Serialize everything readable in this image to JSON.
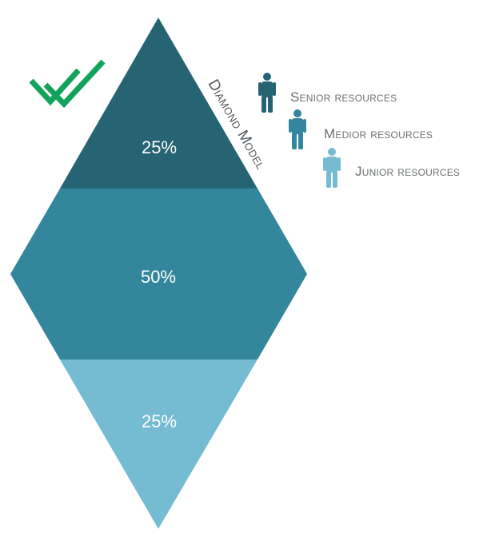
{
  "diagram": {
    "title": "Diamond Model",
    "segments": [
      {
        "id": "top",
        "label": "25%",
        "color": "#266474"
      },
      {
        "id": "middle",
        "label": "50%",
        "color": "#33869b"
      },
      {
        "id": "bottom",
        "label": "25%",
        "color": "#75bcd3"
      }
    ]
  },
  "legend": [
    {
      "label": "Senior resources",
      "color": "#266474",
      "icon": "person-icon"
    },
    {
      "label": "Medior resources",
      "color": "#33869b",
      "icon": "person-icon"
    },
    {
      "label": "Junior resources",
      "color": "#75bcd3",
      "icon": "person-icon"
    }
  ],
  "checkmark": {
    "icon": "double-check-icon",
    "color": "#12a35a"
  }
}
